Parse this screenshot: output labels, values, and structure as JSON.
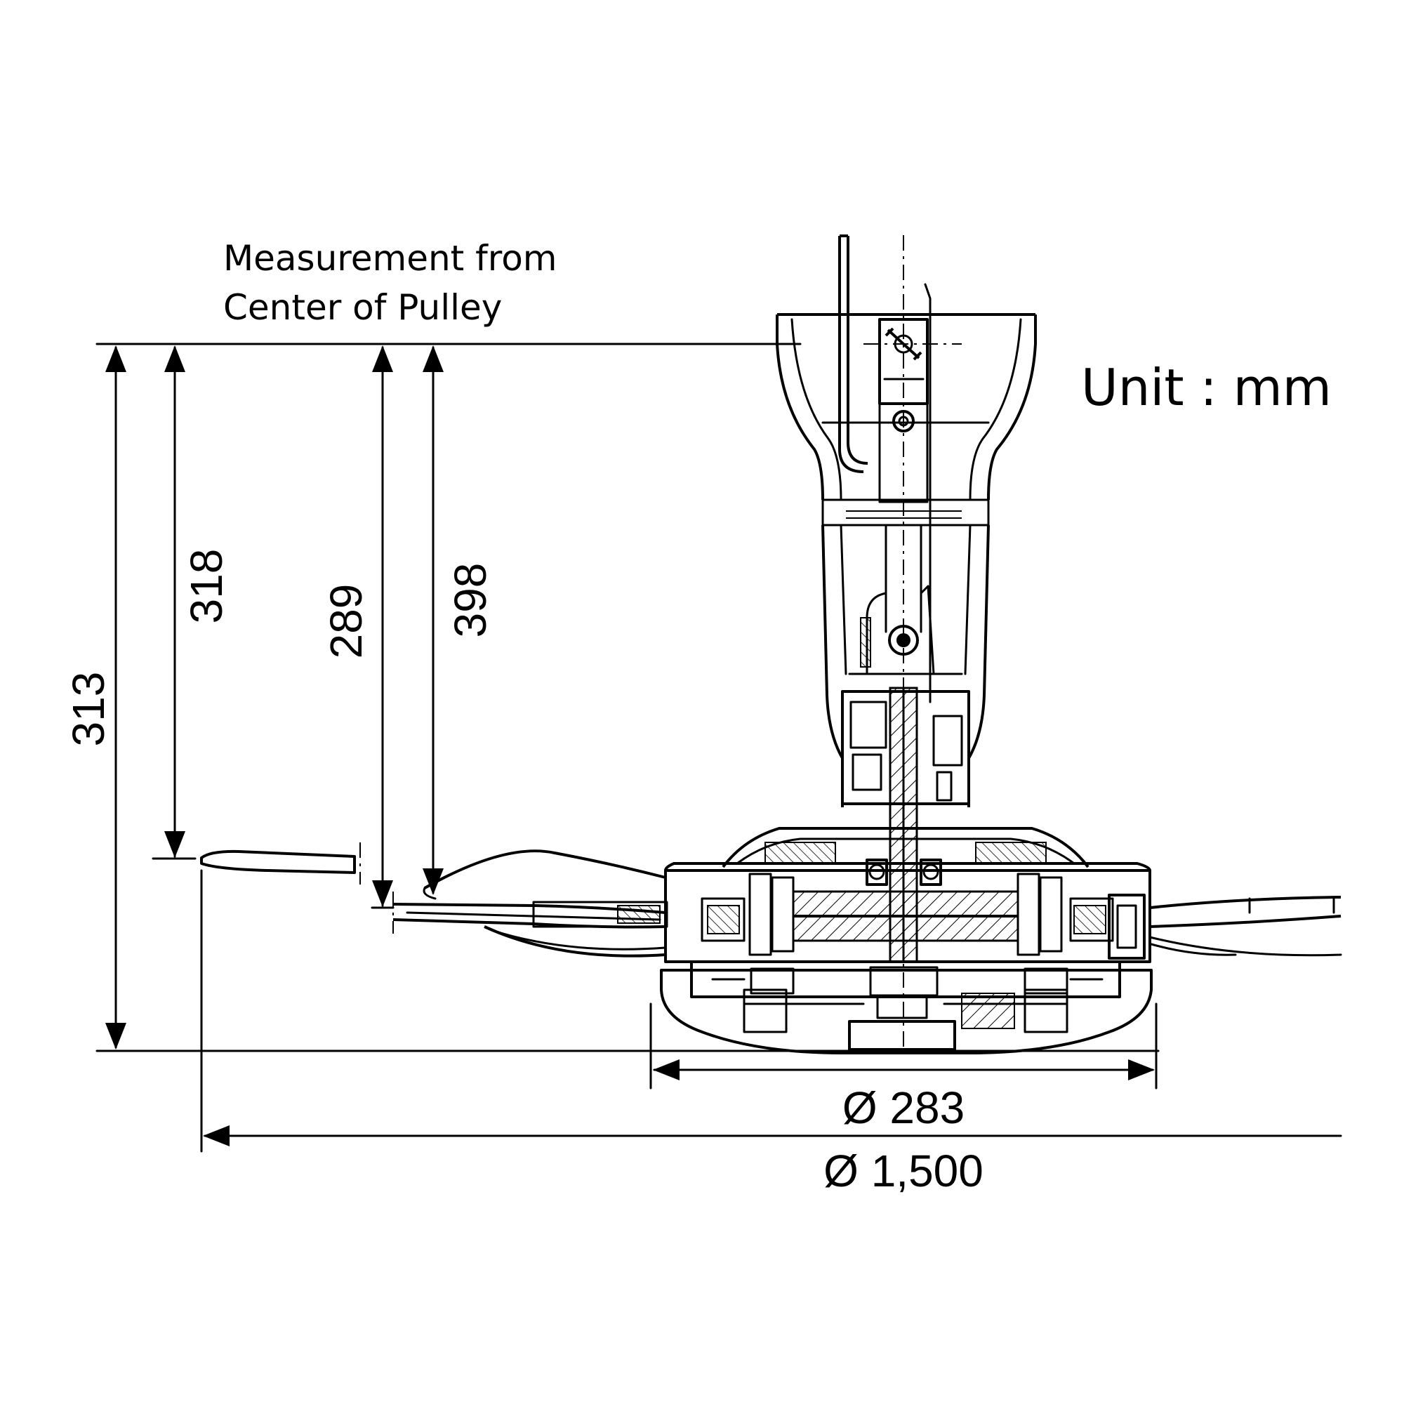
{
  "note": {
    "line1": "Measurement from",
    "line2": "Center of Pulley"
  },
  "unit_label": "Unit : mm",
  "dimensions": {
    "overall_height": "313",
    "blade_tip_height": "318",
    "blade_mid_height": "289",
    "blade_root_height": "398",
    "motor_diameter": "Ø 283",
    "sweep_diameter": "Ø 1,500"
  },
  "colors": {
    "line": "#000000",
    "background": "#ffffff"
  }
}
